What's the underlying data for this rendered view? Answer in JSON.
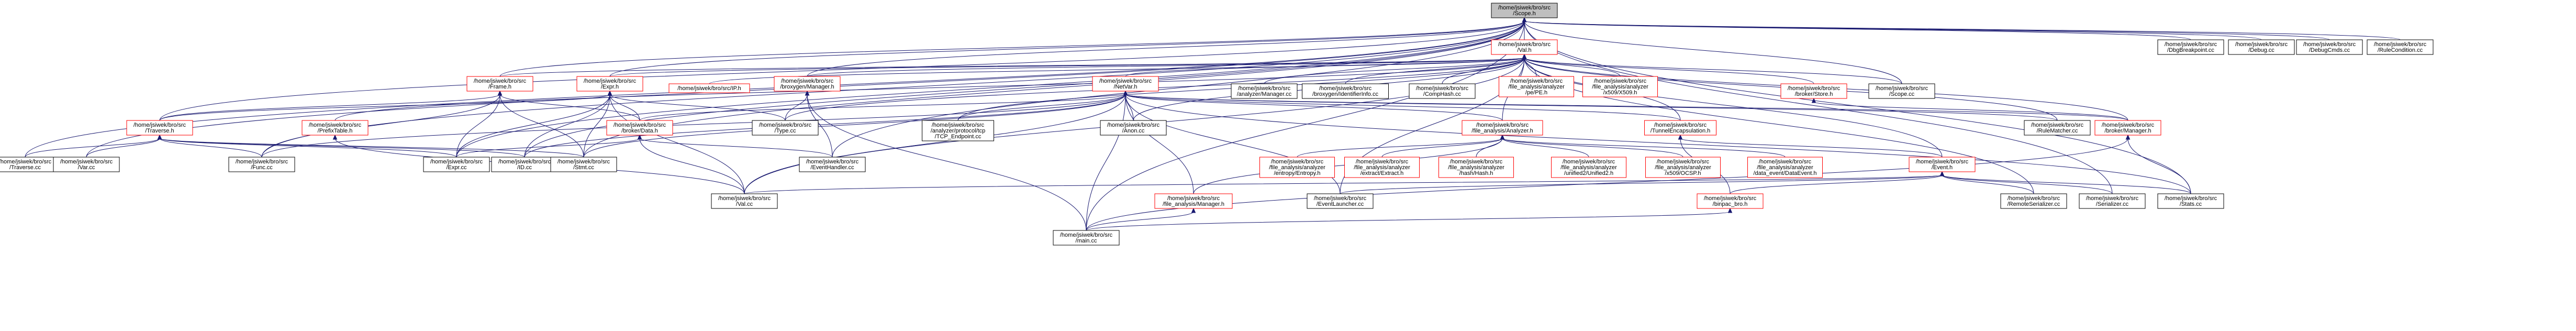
{
  "graph": {
    "title": "Include dependency graph for Scope.h",
    "nodes": [
      {
        "id": "scope_h",
        "lines": [
          "/home/jsiwek/bro/src",
          "/Scope.h"
        ],
        "style": "root"
      },
      {
        "id": "val_h",
        "lines": [
          "/home/jsiwek/bro/src",
          "/Val.h"
        ],
        "style": "red"
      },
      {
        "id": "dbgbreakpoint_cc",
        "lines": [
          "/home/jsiwek/bro/src",
          "/DbgBreakpoint.cc"
        ],
        "style": "plain"
      },
      {
        "id": "debug_cc",
        "lines": [
          "/home/jsiwek/bro/src",
          "/Debug.cc"
        ],
        "style": "plain"
      },
      {
        "id": "debugcmds_cc",
        "lines": [
          "/home/jsiwek/bro/src",
          "/DebugCmds.cc"
        ],
        "style": "plain"
      },
      {
        "id": "rulecondition_cc",
        "lines": [
          "/home/jsiwek/bro/src",
          "/RuleCondition.cc"
        ],
        "style": "plain"
      },
      {
        "id": "frame_h",
        "lines": [
          "/home/jsiwek/bro/src",
          "/Frame.h"
        ],
        "style": "red"
      },
      {
        "id": "expr_h",
        "lines": [
          "/home/jsiwek/bro/src",
          "/Expr.h"
        ],
        "style": "red"
      },
      {
        "id": "ip_h",
        "lines": [
          "/home/jsiwek/bro/src/IP.h"
        ],
        "style": "red"
      },
      {
        "id": "broxygen_manager_h",
        "lines": [
          "/home/jsiwek/bro/src",
          "/broxygen/Manager.h"
        ],
        "style": "red"
      },
      {
        "id": "analyzer_manager_cc",
        "lines": [
          "/home/jsiwek/bro/src",
          "/analyzer/Manager.cc"
        ],
        "style": "plain"
      },
      {
        "id": "broxygen_identifierinfo_cc",
        "lines": [
          "/home/jsiwek/bro/src",
          "/broxygen/IdentifierInfo.cc"
        ],
        "style": "plain"
      },
      {
        "id": "comphash_cc",
        "lines": [
          "/home/jsiwek/bro/src",
          "/CompHash.cc"
        ],
        "style": "plain"
      },
      {
        "id": "pe_h",
        "lines": [
          "/home/jsiwek/bro/src",
          "/file_analysis/analyzer",
          "/pe/PE.h"
        ],
        "style": "red"
      },
      {
        "id": "x509_h",
        "lines": [
          "/home/jsiwek/bro/src",
          "/file_analysis/analyzer",
          "/x509/X509.h"
        ],
        "style": "red"
      },
      {
        "id": "broker_store_h",
        "lines": [
          "/home/jsiwek/bro/src",
          "/broker/Store.h"
        ],
        "style": "red"
      },
      {
        "id": "scope_cc",
        "lines": [
          "/home/jsiwek/bro/src",
          "/Scope.cc"
        ],
        "style": "plain"
      },
      {
        "id": "net_h",
        "lines": [
          "/home/jsiwek/bro/src",
          "/NetVar.h"
        ],
        "style": "red"
      },
      {
        "id": "prefixtable_h",
        "lines": [
          "/home/jsiwek/bro/src",
          "/PrefixTable.h"
        ],
        "style": "red"
      },
      {
        "id": "type_cc",
        "lines": [
          "/home/jsiwek/bro/src",
          "/Type.cc"
        ],
        "style": "plain"
      },
      {
        "id": "tcp_endpoint_cc",
        "lines": [
          "/home/jsiwek/bro/src",
          "/analyzer/protocol/tcp",
          "/TCP_Endpoint.cc"
        ],
        "style": "plain"
      },
      {
        "id": "anon_cc",
        "lines": [
          "/home/jsiwek/bro/src",
          "/Anon.cc"
        ],
        "style": "plain"
      },
      {
        "id": "file_analysis_analyzer_h",
        "lines": [
          "/home/jsiwek/bro/src",
          "/file_analysis/Analyzer.h"
        ],
        "style": "red"
      },
      {
        "id": "tunnelencapsulation_h",
        "lines": [
          "/home/jsiwek/bro/src",
          "/TunnelEncapsulation.h"
        ],
        "style": "red"
      },
      {
        "id": "rulematcher_cc",
        "lines": [
          "/home/jsiwek/bro/src",
          "/RuleMatcher.cc"
        ],
        "style": "plain"
      },
      {
        "id": "broker_manager_h",
        "lines": [
          "/home/jsiwek/bro/src",
          "/broker/Manager.h"
        ],
        "style": "red"
      },
      {
        "id": "traverse_h",
        "lines": [
          "/home/jsiwek/bro/src",
          "/Traverse.h"
        ],
        "style": "red"
      },
      {
        "id": "broker_data_h",
        "lines": [
          "/home/jsiwek/bro/src",
          "/broker/Data.h"
        ],
        "style": "red"
      },
      {
        "id": "traverse_cc",
        "lines": [
          "/home/jsiwek/bro/src",
          "/Traverse.cc"
        ],
        "style": "plain"
      },
      {
        "id": "var_cc",
        "lines": [
          "/home/jsiwek/bro/src",
          "/Var.cc"
        ],
        "style": "plain"
      },
      {
        "id": "func_cc",
        "lines": [
          "/home/jsiwek/bro/src",
          "/Func.cc"
        ],
        "style": "plain"
      },
      {
        "id": "expr_cc",
        "lines": [
          "/home/jsiwek/bro/src",
          "/Expr.cc"
        ],
        "style": "plain"
      },
      {
        "id": "id_cc",
        "lines": [
          "/home/jsiwek/bro/src",
          "/ID.cc"
        ],
        "style": "plain"
      },
      {
        "id": "stmt_cc",
        "lines": [
          "/home/jsiwek/bro/src",
          "/Stmt.cc"
        ],
        "style": "plain"
      },
      {
        "id": "eventhandler_cc",
        "lines": [
          "/home/jsiwek/bro/src",
          "/EventHandler.cc"
        ],
        "style": "plain"
      },
      {
        "id": "entropy_h",
        "lines": [
          "/home/jsiwek/bro/src",
          "/file_analysis/analyzer",
          "/entropy/Entropy.h"
        ],
        "style": "red"
      },
      {
        "id": "extract_h",
        "lines": [
          "/home/jsiwek/bro/src",
          "/file_analysis/analyzer",
          "/extract/Extract.h"
        ],
        "style": "red"
      },
      {
        "id": "hash_h",
        "lines": [
          "/home/jsiwek/bro/src",
          "/file_analysis/analyzer",
          "/hash/Hash.h"
        ],
        "style": "red"
      },
      {
        "id": "unified2_h",
        "lines": [
          "/home/jsiwek/bro/src",
          "/file_analysis/analyzer",
          "/unified2/Unified2.h"
        ],
        "style": "red"
      },
      {
        "id": "ocsp_h",
        "lines": [
          "/home/jsiwek/bro/src",
          "/file_analysis/analyzer",
          "/x509/OCSP.h"
        ],
        "style": "red"
      },
      {
        "id": "dataevent_h",
        "lines": [
          "/home/jsiwek/bro/src",
          "/file_analysis/analyzer",
          "/data_event/DataEvent.h"
        ],
        "style": "red"
      },
      {
        "id": "event_h",
        "lines": [
          "/home/jsiwek/bro/src",
          "/Event.h"
        ],
        "style": "red"
      },
      {
        "id": "val_cc",
        "lines": [
          "/home/jsiwek/bro/src",
          "/Val.cc"
        ],
        "style": "plain"
      },
      {
        "id": "fa_manager_h",
        "lines": [
          "/home/jsiwek/bro/src",
          "/file_analysis/Manager.h"
        ],
        "style": "red"
      },
      {
        "id": "eventlauncher_cc",
        "lines": [
          "/home/jsiwek/bro/src",
          "/EventLauncher.cc"
        ],
        "style": "plain"
      },
      {
        "id": "bropac_bro_h",
        "lines": [
          "/home/jsiwek/bro/src",
          "/binpac_bro.h"
        ],
        "style": "red"
      },
      {
        "id": "remoteserializer_cc",
        "lines": [
          "/home/jsiwek/bro/src",
          "/RemoteSerializer.cc"
        ],
        "style": "plain"
      },
      {
        "id": "serializer_cc",
        "lines": [
          "/home/jsiwek/bro/src",
          "/Serializer.cc"
        ],
        "style": "plain"
      },
      {
        "id": "stats_cc",
        "lines": [
          "/home/jsiwek/bro/src",
          "/Stats.cc"
        ],
        "style": "plain"
      },
      {
        "id": "main_cc",
        "lines": [
          "/home/jsiwek/bro/src",
          "/main.cc"
        ],
        "style": "plain"
      }
    ]
  }
}
